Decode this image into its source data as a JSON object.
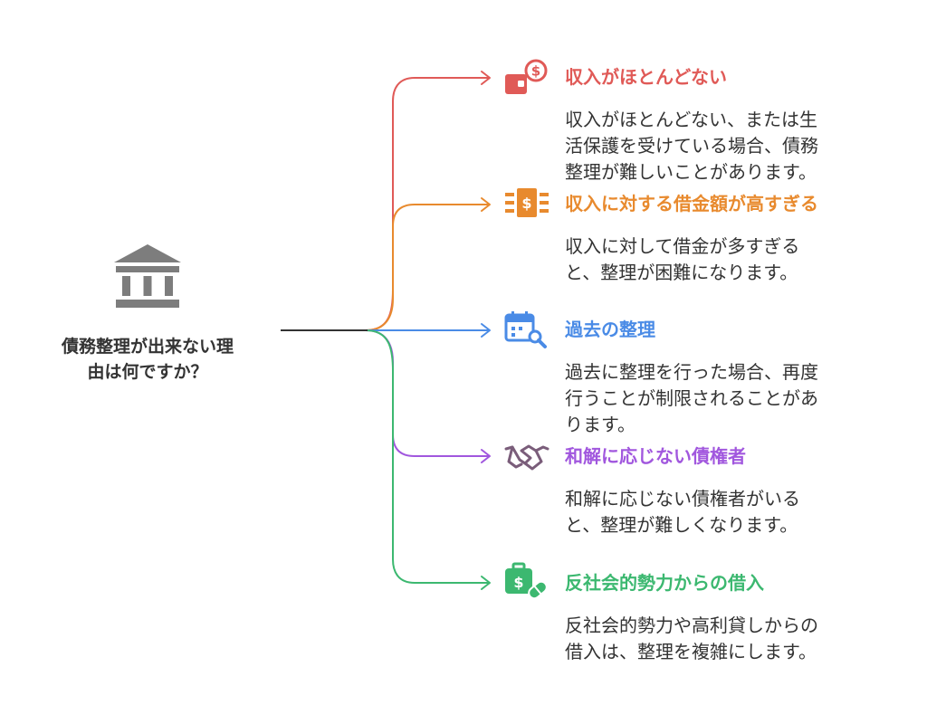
{
  "title_lines": [
    "債務整理が出来ない理",
    "由は何ですか？"
  ],
  "root_icon": "bank-building-icon",
  "line_color": "#333333",
  "branches": [
    {
      "title": "収入がほとんどない",
      "color": "#e05a57",
      "icon": "wallet-dollar-icon",
      "desc_lines": [
        "収入がほとんどない、または生",
        "活保護を受けている場合、債務",
        "整理が難しいことがあります。"
      ]
    },
    {
      "title": "収入に対する借金額が高すぎる",
      "color": "#e88a2e",
      "icon": "money-stack-icon",
      "desc_lines": [
        "収入に対して借金が多すぎる",
        "と、整理が困難になります。"
      ]
    },
    {
      "title": "過去の整理",
      "color": "#4a8be6",
      "icon": "calendar-search-icon",
      "desc_lines": [
        "過去に整理を行った場合、再度",
        "行うことが制限されることがあ",
        "ります。"
      ]
    },
    {
      "title": "和解に応じない債権者",
      "color": "#a157de",
      "icon": "handshake-icon",
      "desc_lines": [
        "和解に応じない債権者がいる",
        "と、整理が難しくなります。"
      ]
    },
    {
      "title": "反社会的勢力からの借入",
      "color": "#3cb870",
      "icon": "briefcase-pill-icon",
      "desc_lines": [
        "反社会的勢力や高利貸しからの",
        "借入は、整理を複雑にします。"
      ]
    }
  ]
}
